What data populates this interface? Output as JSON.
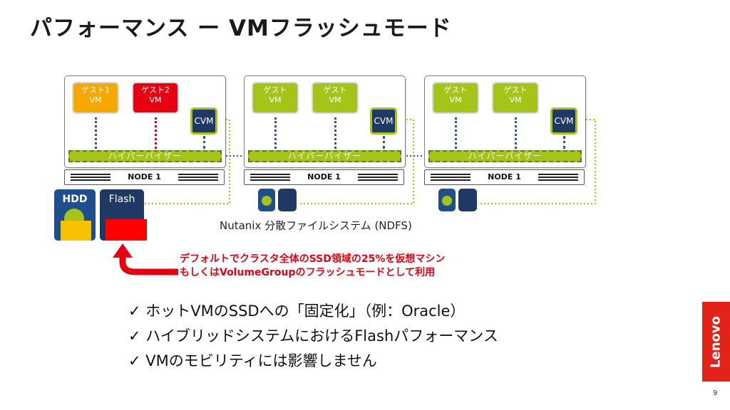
{
  "title": "パフォーマンス ー VMフラッシュモード",
  "nodes": [
    {
      "vm1": {
        "line1": "ゲスト1",
        "line2": "VM",
        "color": "#f7a800"
      },
      "vm2": {
        "line1": "ゲスト2",
        "line2": "VM",
        "color": "#e60012"
      },
      "cvm": "CVM",
      "hypervisor": "ハイパーバイザー",
      "node_label": "NODE 1"
    },
    {
      "vm1": {
        "line1": "ゲスト",
        "line2": "VM",
        "color": "#a5c41a"
      },
      "vm2": {
        "line1": "ゲスト",
        "line2": "VM",
        "color": "#a5c41a"
      },
      "cvm": "CVM",
      "hypervisor": "ハイパーバイザー",
      "node_label": "NODE 1"
    },
    {
      "vm1": {
        "line1": "ゲスト",
        "line2": "VM",
        "color": "#a5c41a"
      },
      "vm2": {
        "line1": "ゲスト",
        "line2": "VM",
        "color": "#a5c41a"
      },
      "cvm": "CVM",
      "hypervisor": "ハイパーバイザー",
      "node_label": "NODE 1"
    }
  ],
  "disks": {
    "hdd": "HDD",
    "flash": "Flash"
  },
  "caption": "Nutanix 分散ファイルシステム (NDFS)",
  "note": {
    "line1": "デフォルトでクラスタ全体のSSD領域の25%を仮想マシン",
    "line2": "もしくはVolumeGroupのフラッシュモードとして利用"
  },
  "bullets": [
    "✓ ホットVMのSSDへの「固定化」（例：Oracle）",
    "✓ ハイブリッドシステムにおけるFlashパフォーマンス",
    "✓ VMのモビリティには影響しません"
  ],
  "logo": "Lenovo",
  "page_number": "9",
  "colors": {
    "accent_green": "#a5c41a",
    "cvm_navy": "#1f3864",
    "note_red": "#e60012",
    "logo_red": "#e2231a",
    "hdd_blue": "#1f4e8c"
  }
}
